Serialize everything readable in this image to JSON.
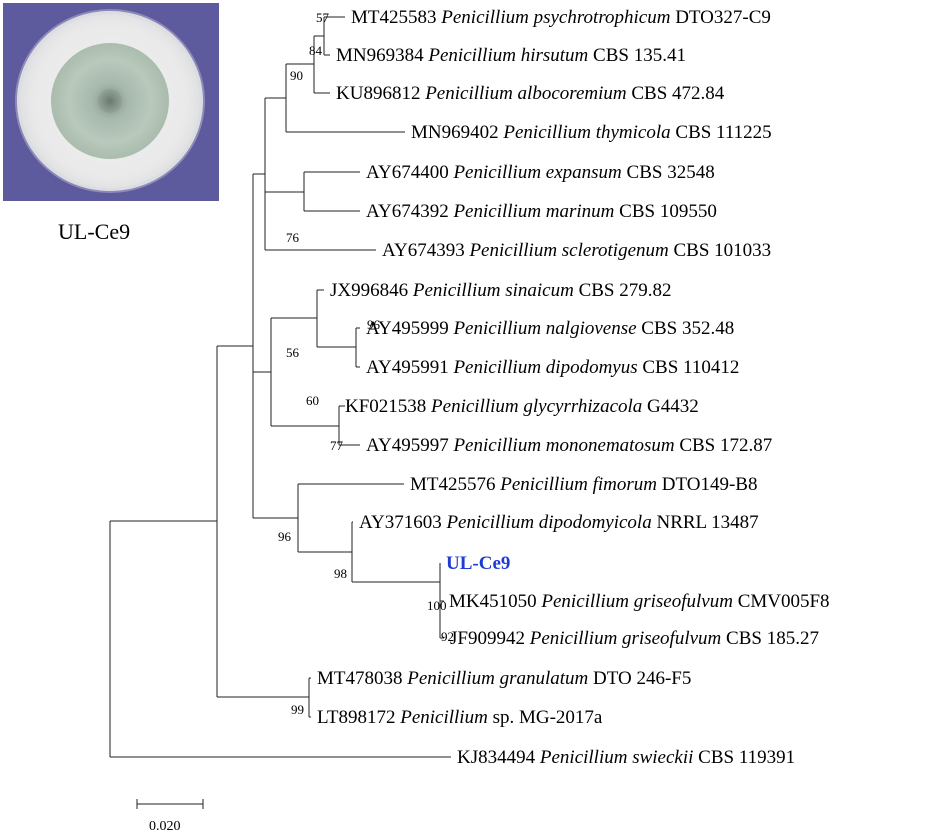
{
  "photo": {
    "caption": "UL-Ce9"
  },
  "tree": {
    "scale_label": "0.020",
    "leaves": [
      {
        "acc": "MT425583",
        "genus": "Penicillium",
        "epithet": "psychrotrophicum",
        "strain": "DTO327-C9"
      },
      {
        "acc": "MN969384",
        "genus": "Penicillium",
        "epithet": "hirsutum",
        "strain": "CBS 135.41"
      },
      {
        "acc": "KU896812",
        "genus": "Penicillium",
        "epithet": "albocoremium",
        "strain": "CBS 472.84"
      },
      {
        "acc": "MN969402",
        "genus": "Penicillium",
        "epithet": "thymicola",
        "strain": "CBS 111225"
      },
      {
        "acc": "AY674400",
        "genus": "Penicillium",
        "epithet": "expansum",
        "strain": "CBS 32548"
      },
      {
        "acc": "AY674392",
        "genus": "Penicillium",
        "epithet": "marinum",
        "strain": "CBS 109550"
      },
      {
        "acc": "AY674393",
        "genus": "Penicillium",
        "epithet": "sclerotigenum",
        "strain": "CBS 101033"
      },
      {
        "acc": "JX996846",
        "genus": "Penicillium",
        "epithet": "sinaicum",
        "strain": "CBS 279.82"
      },
      {
        "acc": "AY495999",
        "genus": "Penicillium",
        "epithet": "nalgiovense",
        "strain": "CBS 352.48"
      },
      {
        "acc": "AY495991",
        "genus": "Penicillium",
        "epithet": "dipodomyus",
        "strain": "CBS 110412"
      },
      {
        "acc": "KF021538",
        "genus": "Penicillium",
        "epithet": "glycyrrhizacola",
        "strain": "G4432"
      },
      {
        "acc": "AY495997",
        "genus": "Penicillium",
        "epithet": "mononematosum",
        "strain": "CBS 172.87"
      },
      {
        "acc": "MT425576",
        "genus": "Penicillium",
        "epithet": "fimorum",
        "strain": "DTO149-B8"
      },
      {
        "acc": "AY371603",
        "genus": "Penicillium",
        "epithet": "dipodomyicola",
        "strain": "NRRL 13487"
      },
      {
        "acc": "",
        "genus": "",
        "epithet": "",
        "strain": "UL-Ce9",
        "highlight": true
      },
      {
        "acc": "MK451050",
        "genus": "Penicillium",
        "epithet": "griseofulvum",
        "strain": "CMV005F8"
      },
      {
        "acc": "JF909942",
        "genus": "Penicillium",
        "epithet": "griseofulvum",
        "strain": "CBS 185.27"
      },
      {
        "acc": "MT478038",
        "genus": "Penicillium",
        "epithet": "granulatum",
        "strain": "DTO 246-F5"
      },
      {
        "acc": "LT898172",
        "genus": "Penicillium",
        "epithet": "sp.",
        "strain": "MG-2017a",
        "epithet_plain": true
      },
      {
        "acc": "KJ834494",
        "genus": "Penicillium",
        "epithet": "swieckii",
        "strain": "CBS 119391"
      }
    ],
    "bootstrap": [
      "57",
      "84",
      "90",
      "76",
      "96",
      "56",
      "60",
      "77",
      "96",
      "98",
      "100",
      "92",
      "99"
    ]
  }
}
